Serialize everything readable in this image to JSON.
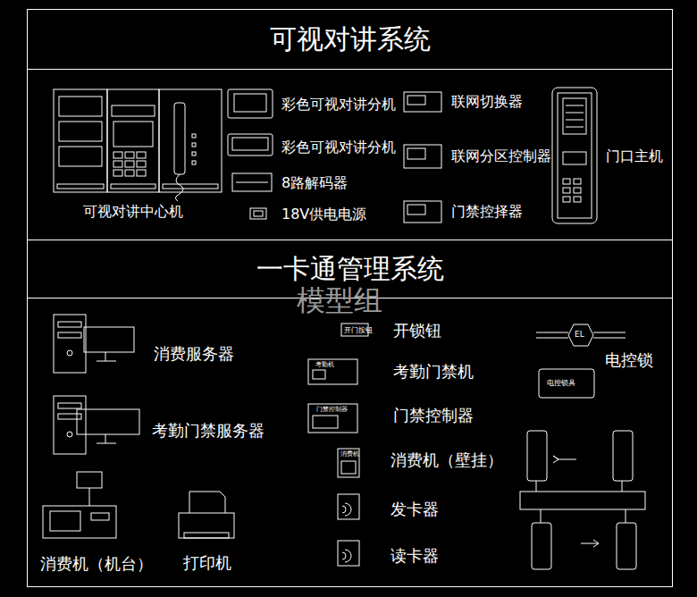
{
  "diagram": {
    "nodes": [
      {
        "text": [
          "可视对讲系统"
        ]
      },
      {
        "text": [
          "一卡通管理系统"
        ]
      }
    ],
    "labels": [
      "彩色可视对讲分机",
      "彩色可视对讲分机",
      "8路解码器",
      "18V供电电源",
      "联网切换器",
      "联网分区控制器",
      "门禁控择器",
      "门口主机",
      "可视对讲中心机",
      "消费服务器",
      "考勤门禁服务器",
      "消费机（机台）",
      "打印机",
      "开锁钮",
      "考勤门禁机",
      "门禁控制器",
      "消费机（壁挂）",
      "发卡器",
      "读卡器",
      "电控锁",
      "开门按钮",
      "考勤机",
      "门禁控制器",
      "消费机",
      "电控锁具",
      "EL",
      "模型组"
    ]
  }
}
